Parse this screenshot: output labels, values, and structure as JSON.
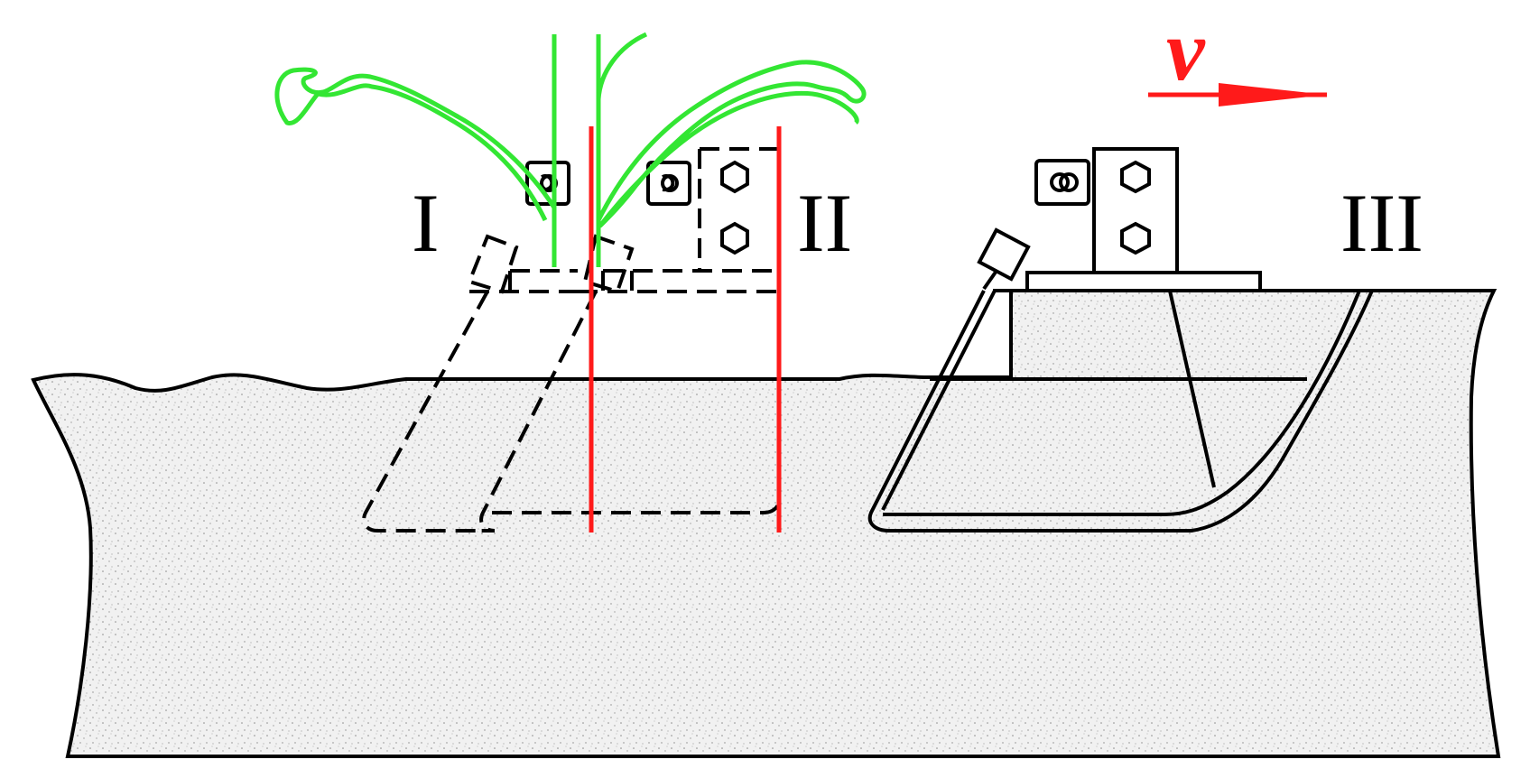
{
  "labels": {
    "stage_1": "I",
    "stage_2": "II",
    "stage_3": "III",
    "velocity": "v"
  },
  "colors": {
    "plant": "#33e633",
    "position_line": "#ff1a1a",
    "velocity_arrow": "#ff1a1a",
    "outline": "#000000",
    "soil_fill": "#f1f1f1",
    "soil_speckle": "#8a8a8a"
  },
  "icons": {
    "bolt": "hexagon-bolt-icon",
    "pivot": "pivot-icon"
  }
}
